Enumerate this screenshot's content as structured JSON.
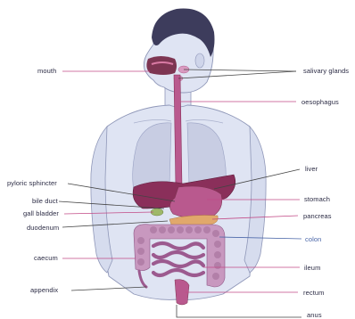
{
  "labels": {
    "mouth": "mouth",
    "salivary_glands": "salivary glands",
    "oesophagus": "oesophagus",
    "liver": "liver",
    "pyloric_sphincter": "pyloric sphincter",
    "stomach": "stomach",
    "bile_duct": "bile duct",
    "gall_bladder": "gall bladder",
    "pancreas": "pancreas",
    "duodenum": "duodenum",
    "colon": "colon",
    "caecum": "caecum",
    "ileum": "ileum",
    "appendix": "appendix",
    "rectum": "rectum",
    "anus": "anus"
  },
  "colors": {
    "skin": "#dfe4f3",
    "skin_outline": "#8f97b8",
    "hair": "#3d3c5c",
    "lungs": "#c8cde3",
    "liver": "#8a2f5a",
    "stomach": "#b9598e",
    "intestine": "#b27fa8",
    "colon": "#c898bf",
    "leader_pink": "#c24a86",
    "leader_dark": "#444444",
    "label_blue": "#4a66a8"
  }
}
